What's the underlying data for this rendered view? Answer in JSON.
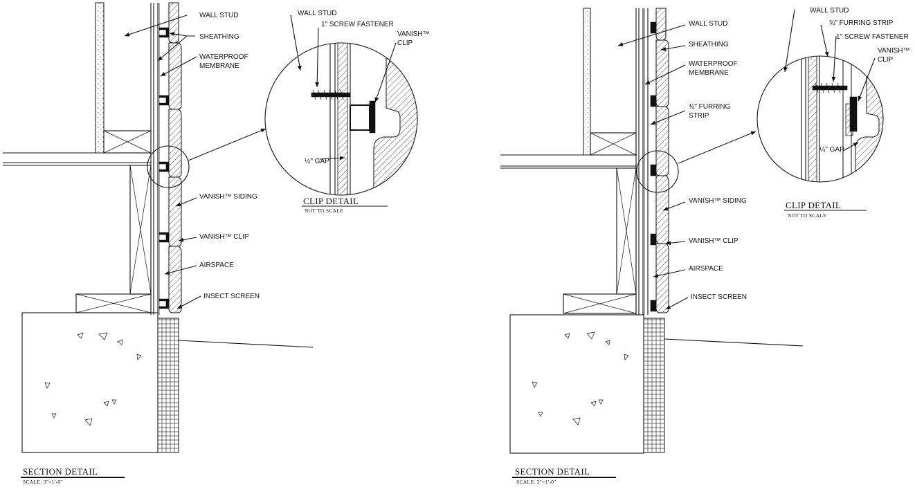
{
  "left": {
    "labels": {
      "wall_stud": "WALL STUD",
      "sheathing": "SHEATHING",
      "membrane_1": "WATERPROOF",
      "membrane_2": "MEMBRANE",
      "siding": "VANISH™ SIDING",
      "clip": "VANISH™ CLIP",
      "airspace": "AIRSPACE",
      "insect_screen": "INSECT SCREEN"
    },
    "detail": {
      "wall_stud": "WALL STUD",
      "screw": "1\" SCREW FASTENER",
      "clip_1": "VANISH™",
      "clip_2": "CLIP",
      "gap": "½\" GAP",
      "title": "CLIP DETAIL",
      "scale": "NOT TO SCALE"
    },
    "section_title": "SECTION DETAIL",
    "section_scale": "SCALE: 3\"=1'-0\""
  },
  "right": {
    "labels": {
      "wall_stud": "WALL STUD",
      "sheathing": "SHEATHING",
      "membrane_1": "WATERPROOF",
      "membrane_2": "MEMBRANE",
      "furring_1": "¾\" FURRING",
      "furring_2": "STRIP",
      "siding": "VANISH™ SIDING",
      "clip": "VANISH™ CLIP",
      "airspace": "AIRSPACE",
      "insect_screen": "INSECT SCREEN"
    },
    "detail": {
      "wall_stud": "WALL STUD",
      "furring": "¾\" FURRING STRIP",
      "screw": "1\" SCREW FASTENER",
      "clip_1": "VANISH™",
      "clip_2": "CLIP",
      "gap": "¼\" GAP",
      "title": "CLIP DETAIL",
      "scale": "NOT TO SCALE"
    },
    "section_title": "SECTION DETAIL",
    "section_scale": "SCALE: 3\"=1'-0\""
  }
}
